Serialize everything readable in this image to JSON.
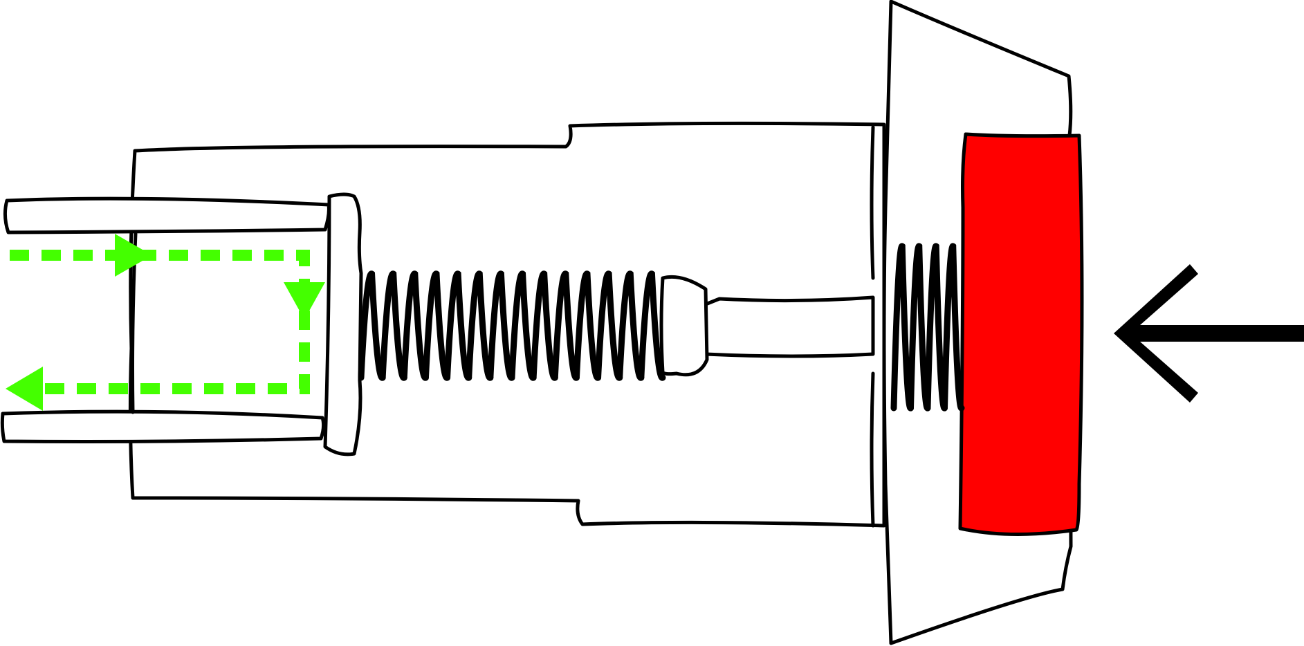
{
  "diagram": {
    "colors": {
      "outline": "#000000",
      "fill": "#ffffff",
      "plunger": "#ff0000",
      "flow": "#44ff00"
    },
    "components": [
      "housing",
      "bore-tube",
      "piston-head",
      "spring",
      "piston-rod",
      "end-flange",
      "rear-spring",
      "red-plunger",
      "push-arrow",
      "flow-path"
    ],
    "push_direction": "left",
    "flow_direction": "in-right-down-out-left"
  }
}
